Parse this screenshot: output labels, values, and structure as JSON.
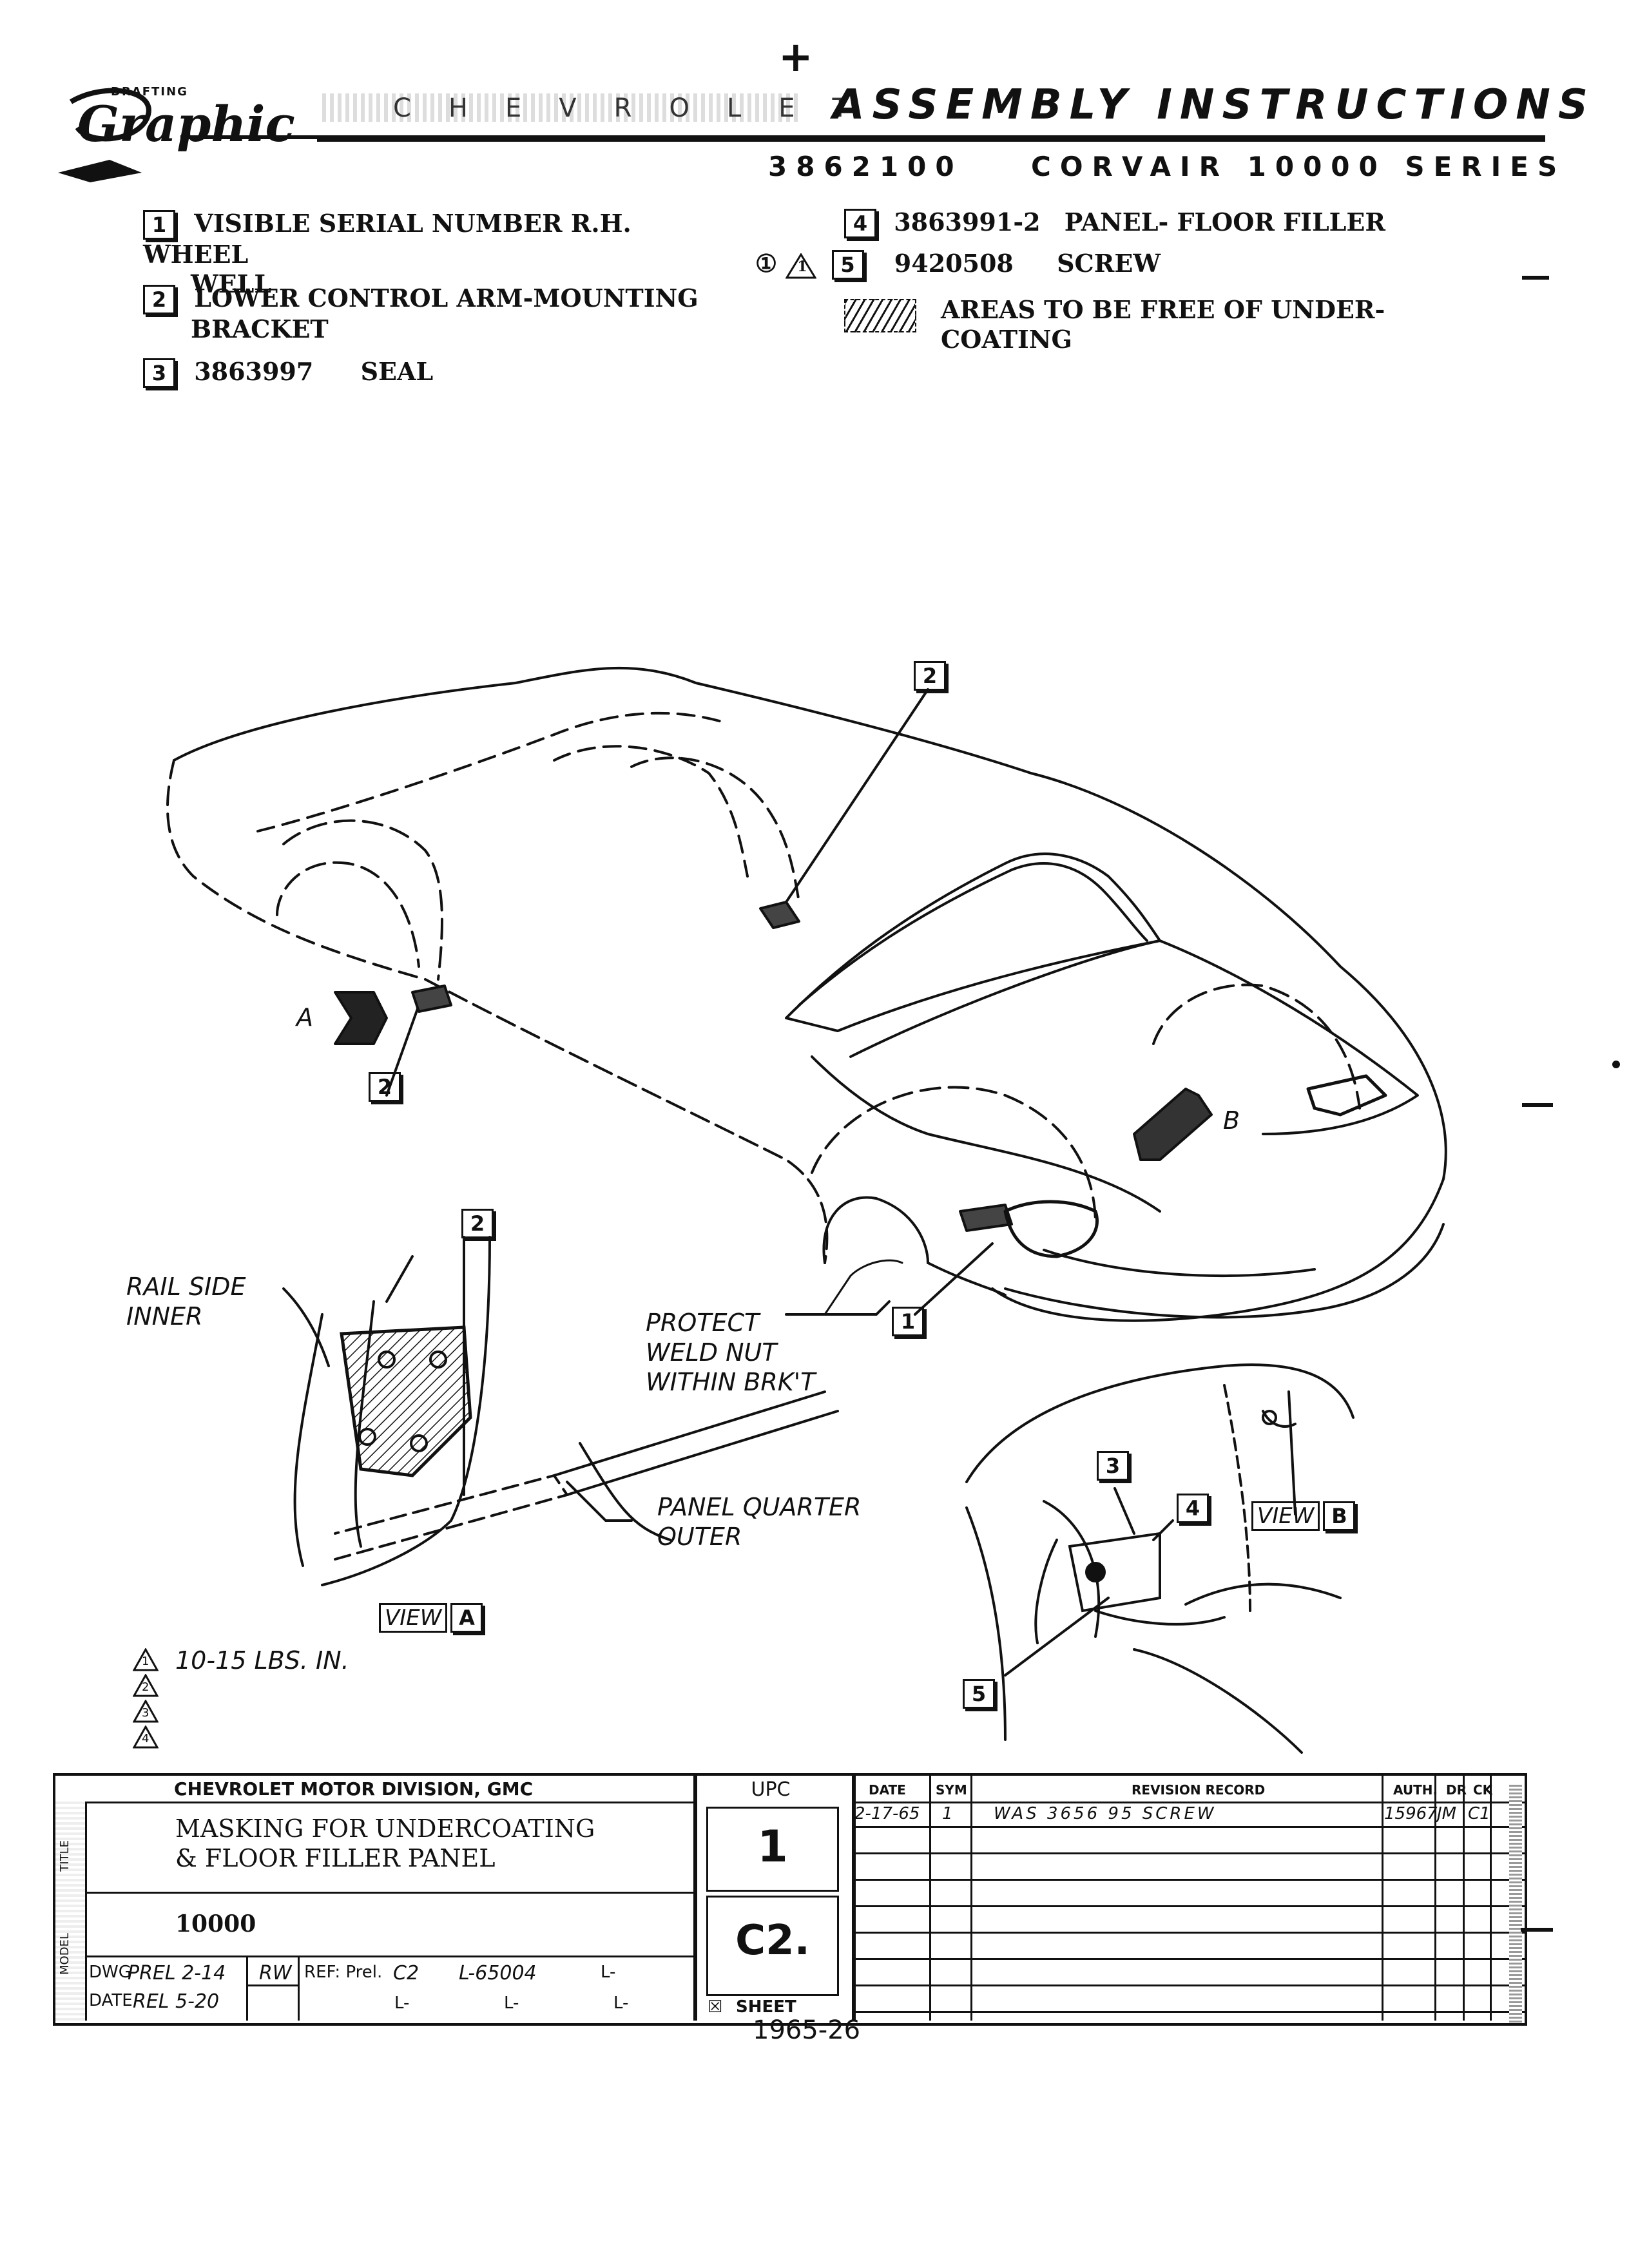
{
  "header": {
    "logo_small": "DRAFTING",
    "logo_script": "Graphic",
    "logo_banner": "CHEVROLET",
    "title": "ASSEMBLY INSTRUCTIONS",
    "part_number": "3862100",
    "series": "CORVAIR 10000 SERIES"
  },
  "legend": {
    "items": [
      {
        "num": "1",
        "text_line1": "VISIBLE SERIAL NUMBER R.H. WHEEL",
        "text_line2": "WELL"
      },
      {
        "num": "2",
        "text_line1": "LOWER CONTROL ARM-MOUNTING",
        "text_line2": "BRACKET"
      },
      {
        "num": "3",
        "part": "3863997",
        "desc": "SEAL"
      },
      {
        "num": "4",
        "part": "3863991-2",
        "desc": "PANEL- FLOOR FILLER"
      },
      {
        "num": "5",
        "part": "9420508",
        "desc": "SCREW",
        "marker": "①",
        "triangle": "1"
      }
    ],
    "hatch_text_line1": "AREAS TO BE FREE OF UNDER-",
    "hatch_text_line2": "COATING"
  },
  "callouts": {
    "main_2": "2",
    "main_2b": "2",
    "main_1": "1",
    "view_a_letter": "A",
    "view_b_letter": "B",
    "detail_a_2": "2",
    "detail_b_3": "3",
    "detail_b_4": "4",
    "detail_b_5": "5"
  },
  "labels": {
    "rail_side_1": "RAIL SIDE",
    "rail_side_2": "INNER",
    "protect_1": "PROTECT",
    "protect_2": "WELD NUT",
    "protect_3": "WITHIN BRK'T",
    "panel_q_1": "PANEL QUARTER",
    "panel_q_2": "OUTER",
    "view_word": "VIEW",
    "view_a": "A",
    "view_b": "B",
    "torque": "10-15 LBS. IN.",
    "tri_1": "1",
    "tri_2": "2",
    "tri_3": "3",
    "tri_4": "4"
  },
  "title_block": {
    "division": "CHEVROLET MOTOR DIVISION, GMC",
    "upc_label": "UPC",
    "title_line1": "MASKING FOR UNDERCOATING",
    "title_line2": "& FLOOR FILLER PANEL",
    "model": "10000",
    "upc": "1",
    "sheet_code": "C2.",
    "sheet_label": "SHEET",
    "side_label_1": "TITLE",
    "side_label_2": "MODEL",
    "dwg_label": "DWG",
    "dwg_value": "PREL 2-14",
    "date_label": "DATE",
    "date_value": "REL 5-20",
    "initials": "RW",
    "ref_label": "REF: Prel.",
    "ref_value": "C2",
    "l_ref": "L-65004",
    "l_blank": "L-",
    "rev_headers": [
      "DATE",
      "SYM",
      "REVISION RECORD",
      "AUTH.",
      "DR",
      "CK"
    ],
    "rev_rows": [
      {
        "date": "2-17-65",
        "sym": "1",
        "record": "WAS 3656 95 SCREW",
        "auth": "15967",
        "dr": "JM",
        "ck": "C1"
      }
    ]
  },
  "footer": "1965-26"
}
